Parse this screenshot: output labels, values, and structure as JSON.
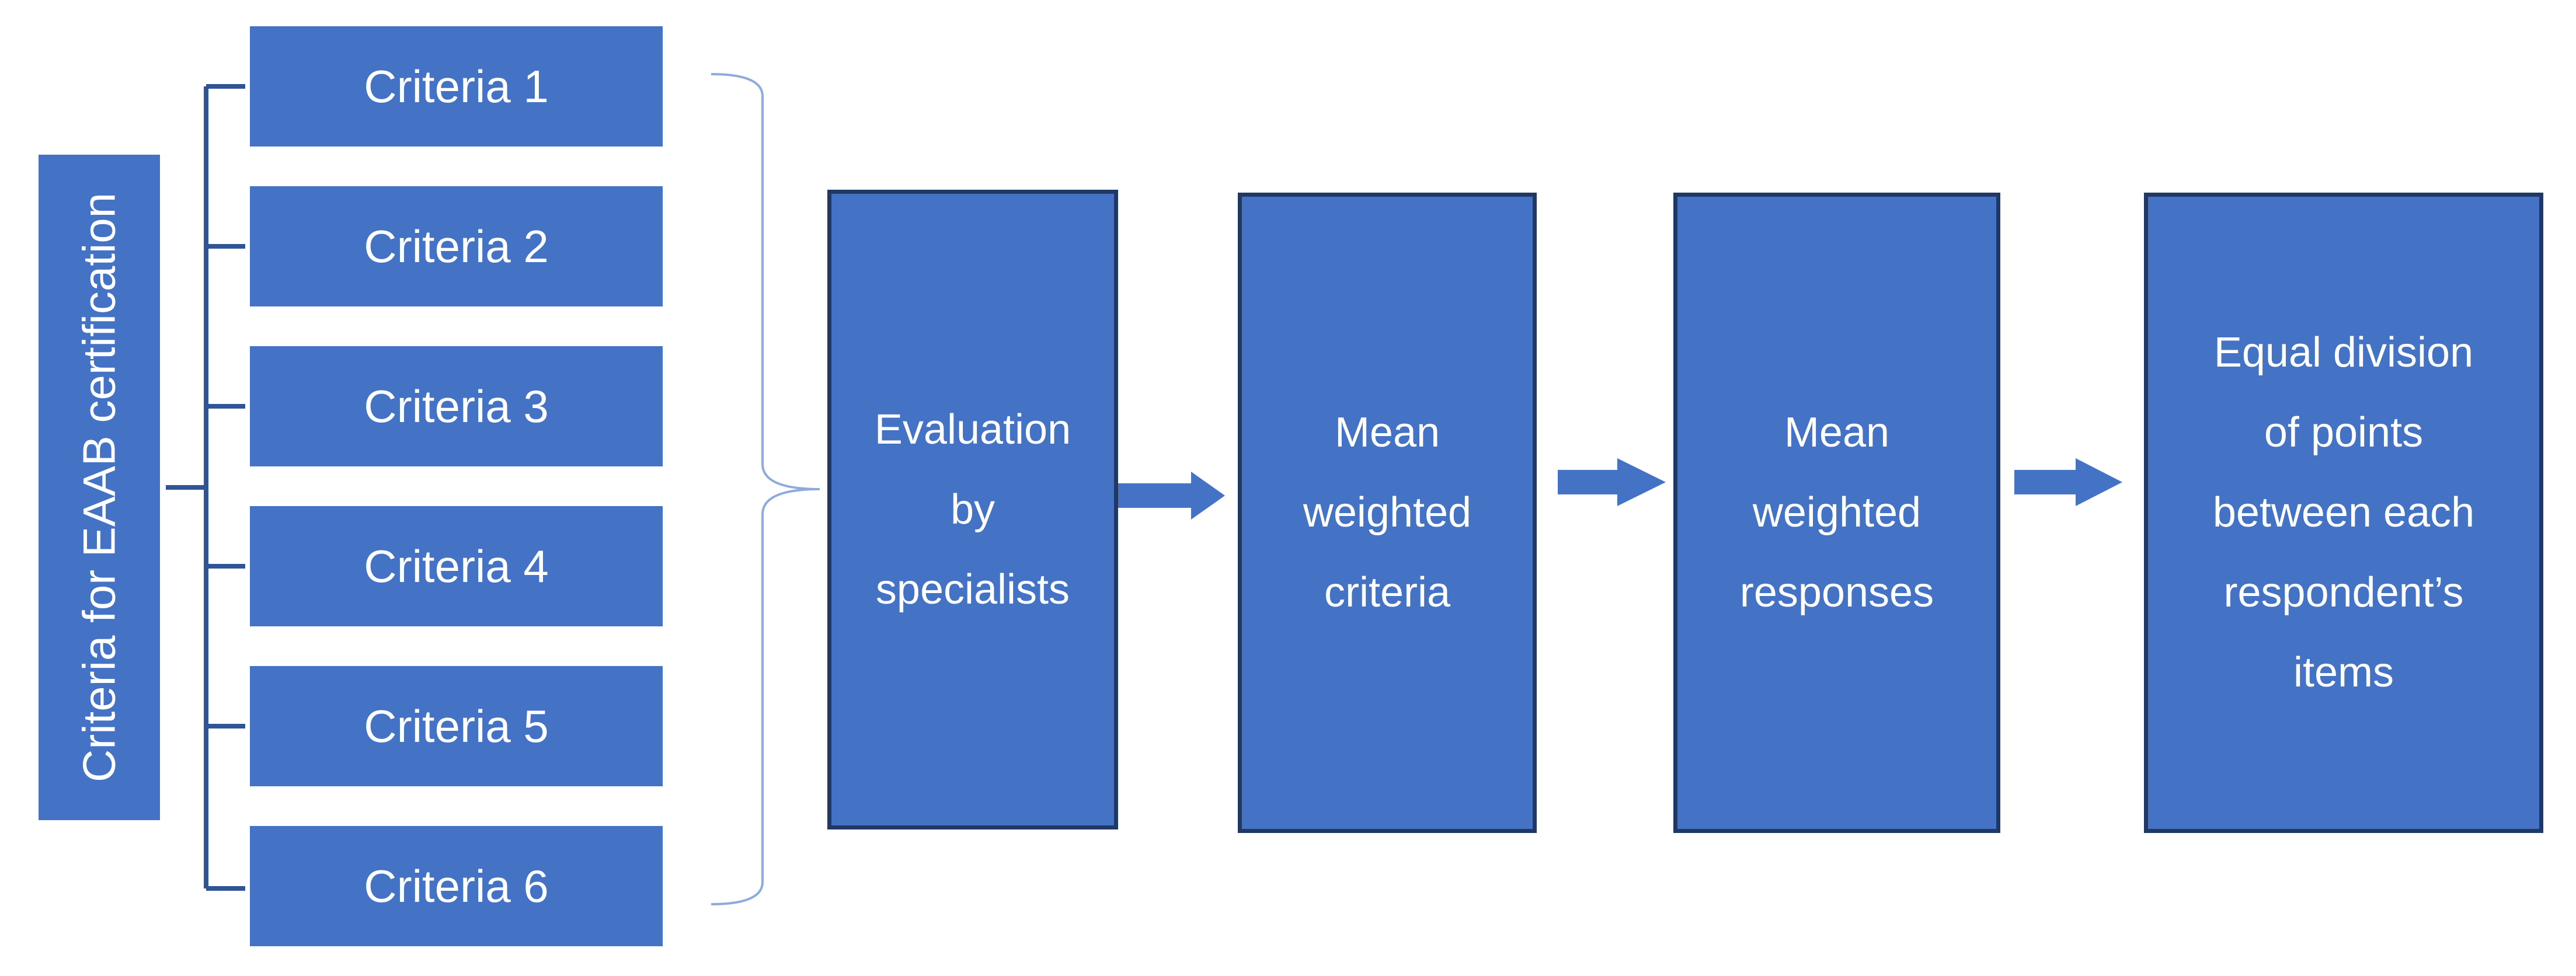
{
  "root": {
    "label": "Criteria for EAAB certification"
  },
  "criteria": [
    {
      "label": "Criteria 1"
    },
    {
      "label": "Criteria 2"
    },
    {
      "label": "Criteria 3"
    },
    {
      "label": "Criteria 4"
    },
    {
      "label": "Criteria 5"
    },
    {
      "label": "Criteria 6"
    }
  ],
  "steps": [
    {
      "label": "Evaluation\nby\nspecialists"
    },
    {
      "label": "Mean\nweighted\ncriteria"
    },
    {
      "label": "Mean\nweighted\nresponses"
    },
    {
      "label": "Equal division\nof points\nbetween each\nrespondent’s\nitems"
    }
  ],
  "colors": {
    "box_fill": "#4472c4",
    "box_border": "#1f3864",
    "text": "#ffffff"
  }
}
